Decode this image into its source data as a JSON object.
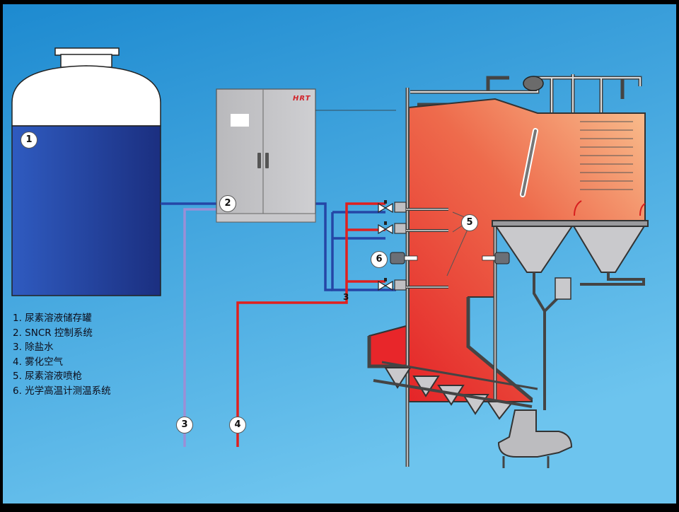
{
  "colors": {
    "background_top": "#1d8ad0",
    "background_bottom": "#6dc4ee",
    "tank_liquid": "#1f3f9a",
    "furnace_hot": "#e83a2e",
    "furnace_warm": "#f7b48c",
    "water_pipe": "#9b8fd6",
    "air_pipe": "#e0201e",
    "solution_pipe": "#2546a6",
    "cabinet": "#c4c4c6"
  },
  "cabinet": {
    "brand": "HRT"
  },
  "pipe_label": "3",
  "markers": [
    "1",
    "2",
    "3",
    "4",
    "5",
    "6"
  ],
  "legend": [
    "1. 尿素溶液储存罐",
    "2. SNCR 控制系统",
    "3. 除盐水",
    "4. 雾化空气",
    "5. 尿素溶液喷枪",
    "6. 光学高温计测温系统"
  ]
}
